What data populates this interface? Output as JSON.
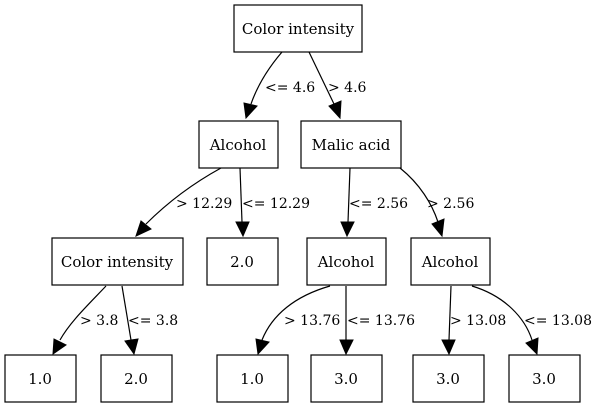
{
  "nodes": {
    "root": "Color intensity",
    "n_alcohol_left": "Alcohol",
    "n_malic_acid": "Malic acid",
    "n_color_intensity_2": "Color intensity",
    "n_leaf_2_0_a": "2.0",
    "n_alcohol_mid": "Alcohol",
    "n_alcohol_right": "Alcohol",
    "n_leaf_1_0_a": "1.0",
    "n_leaf_2_0_b": "2.0",
    "n_leaf_1_0_b": "1.0",
    "n_leaf_3_0_a": "3.0",
    "n_leaf_3_0_b": "3.0",
    "n_leaf_3_0_c": "3.0"
  },
  "edges": {
    "e_root_left": "<= 4.6",
    "e_root_right": "> 4.6",
    "e_alc_left": "> 12.29",
    "e_alc_right": "<= 12.29",
    "e_malic_left": "<= 2.56",
    "e_malic_right": "> 2.56",
    "e_ci_left": "> 3.8",
    "e_ci_right": "<= 3.8",
    "e_mid_left": "> 13.76",
    "e_mid_right": "<= 13.76",
    "e_right_left": "> 13.08",
    "e_right_right": "<= 13.08"
  }
}
